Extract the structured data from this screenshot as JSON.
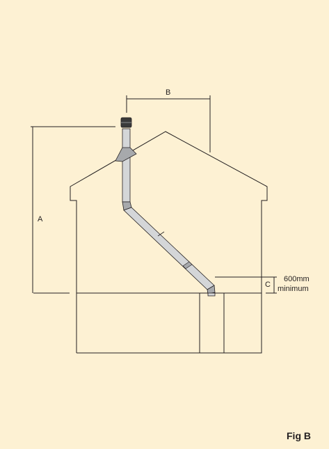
{
  "colors": {
    "background": "#fdf1d3",
    "line": "#231f20",
    "flue_fill": "#d4d6d8",
    "flue_dark": "#a7a9ac",
    "cowl": "#3a3a3a"
  },
  "labels": {
    "dim_a": "A",
    "dim_b": "B",
    "dim_c": "C",
    "min_height_value": "600mm",
    "min_height_word": "minimum"
  },
  "caption": "Fig B"
}
